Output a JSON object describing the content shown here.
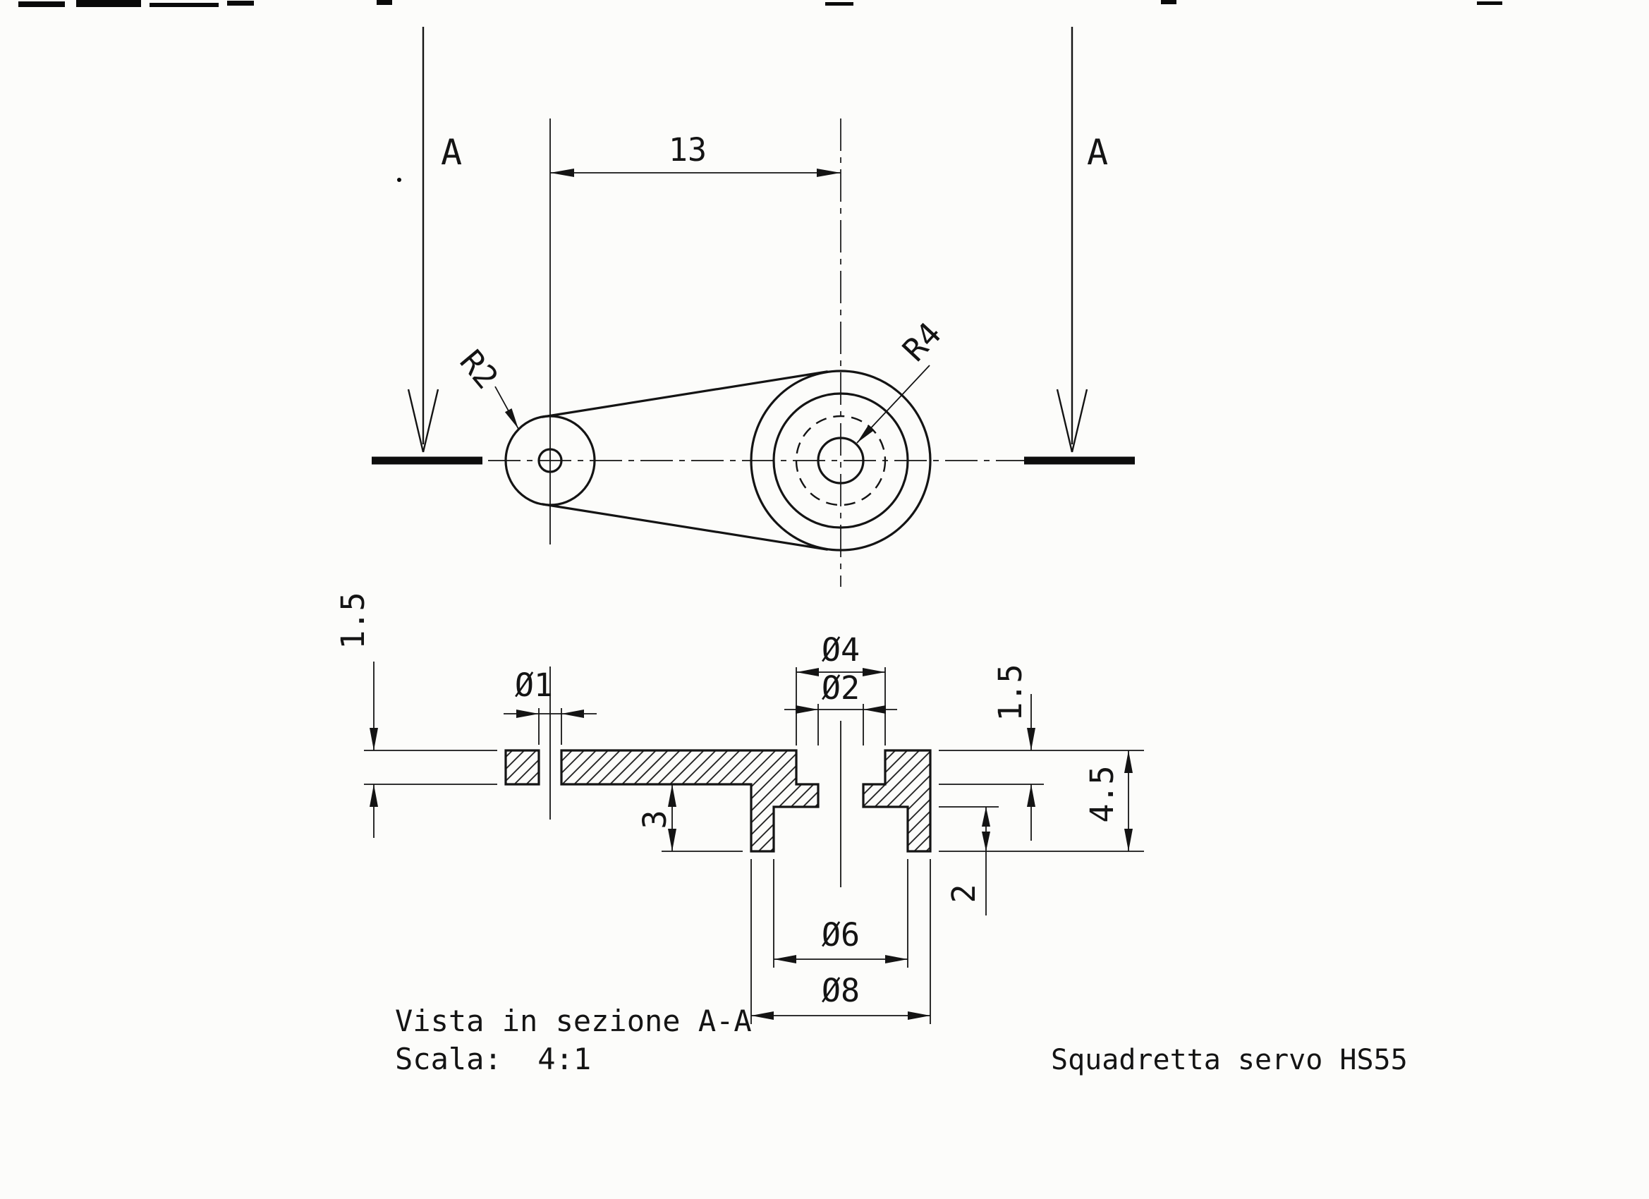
{
  "colors": {
    "ink": "#141414",
    "paper": "#fcfcfa"
  },
  "top_view": {
    "section_label_left": "A",
    "section_label_right": "A",
    "dim_arm_length": "13",
    "radius_small": "R2",
    "radius_large": "R4"
  },
  "section_view": {
    "thickness_left": "1.5",
    "hole_small": "Ø1",
    "hole_top": "Ø4",
    "hole_through": "Ø2",
    "thickness_right": "1.5",
    "total_height": "4.5",
    "boss_depth": "3",
    "counterbore_depth": "2",
    "counterbore_dia": "Ø6",
    "boss_dia": "Ø8"
  },
  "captions": {
    "view": "Vista in sezione A-A",
    "scale": "Scala:  4:1",
    "title": "Squadretta servo HS55"
  }
}
